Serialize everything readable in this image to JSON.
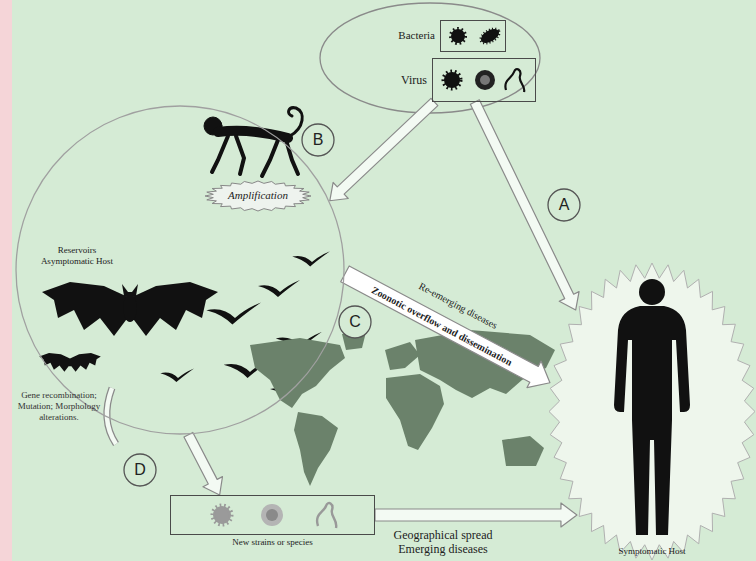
{
  "diagram": {
    "nodes": [
      {
        "text": [
          "Bacteria"
        ]
      },
      {
        "text": [
          "Virus"
        ]
      },
      {
        "text": [
          "B"
        ]
      },
      {
        "text": [
          "A"
        ]
      },
      {
        "text": [
          "Reservoirs Asymptomatic Host"
        ]
      },
      {
        "text": [
          "Amplification"
        ],
        "in": 4
      },
      {
        "text": [
          "C"
        ]
      },
      {
        "text": [
          "D"
        ]
      },
      {
        "text": [
          "New strains or species"
        ]
      },
      {
        "text": [
          "Symptomatic Host"
        ]
      }
    ],
    "edges": [
      {
        "from": 1,
        "to": 9,
        "arrow": "to"
      },
      {
        "from": 1,
        "to": 4,
        "arrow": "to"
      },
      {
        "from": 4,
        "to": 9,
        "label": "Zoonotic overflow and dissemination",
        "arrow": "to"
      },
      {
        "from": 4,
        "to": 8,
        "arrow": "to"
      },
      {
        "from": 8,
        "to": 9,
        "arrow": "to"
      }
    ],
    "labels": [
      "Re-emerging diseases",
      "Gene recombination; Mutation; Morphology alterations.",
      "Geographical spread Emerging diseases"
    ]
  }
}
